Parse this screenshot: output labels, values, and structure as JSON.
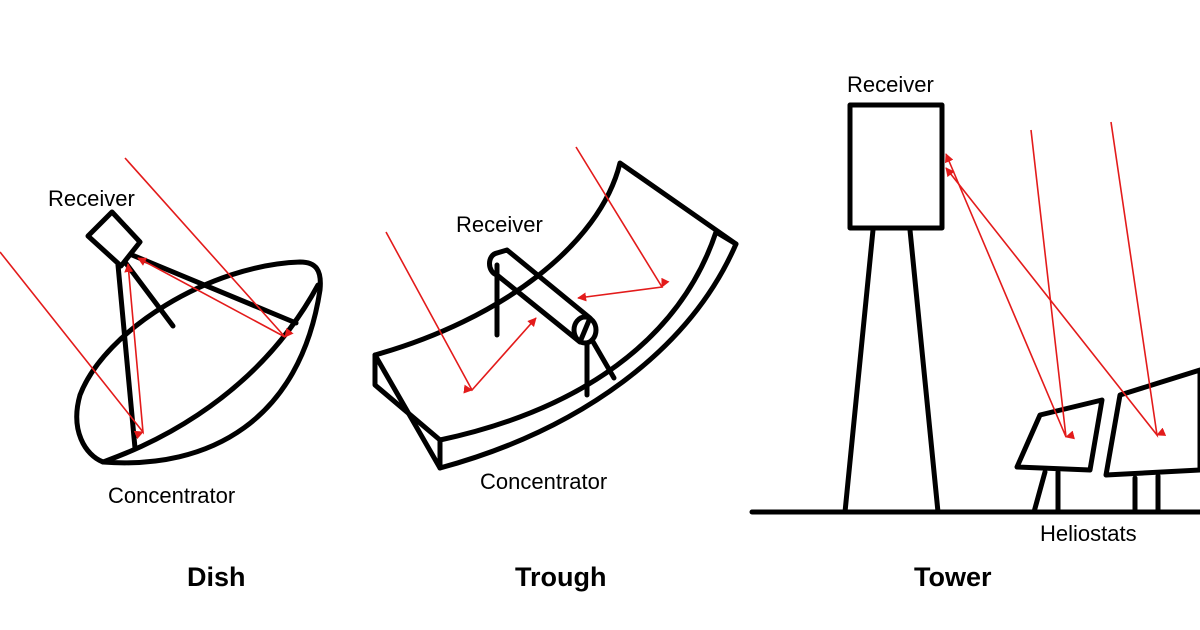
{
  "colors": {
    "ink": "#000000",
    "ray": "#e31b1b",
    "background": "#ffffff"
  },
  "panels": {
    "dish": {
      "title": "Dish",
      "receiver_label": "Receiver",
      "concentrator_label": "Concentrator"
    },
    "trough": {
      "title": "Trough",
      "receiver_label": "Receiver",
      "concentrator_label": "Concentrator"
    },
    "tower": {
      "title": "Tower",
      "receiver_label": "Receiver",
      "heliostats_label": "Heliostats"
    }
  }
}
